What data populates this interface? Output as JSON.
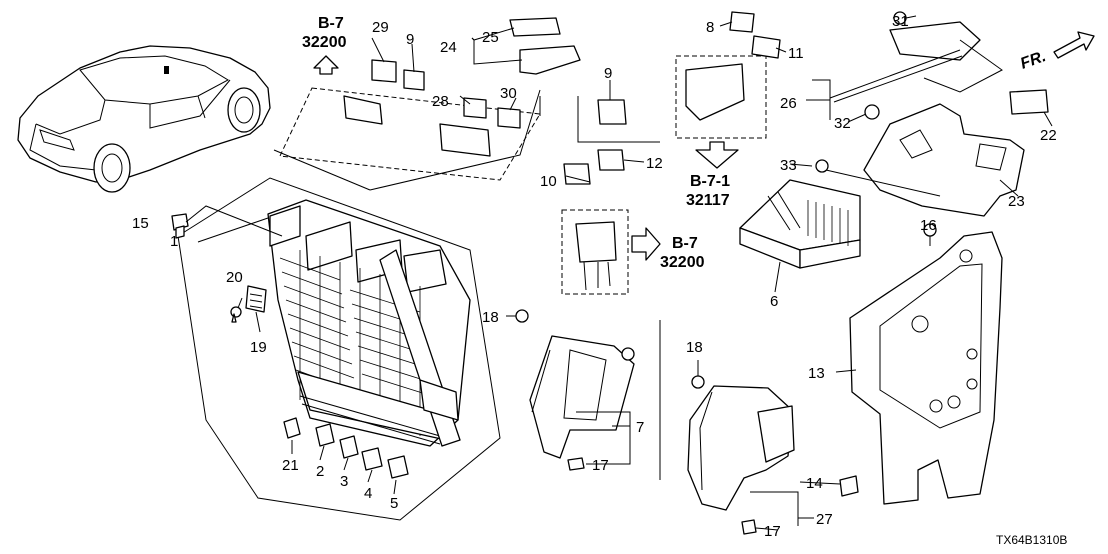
{
  "diagram_code": "TX64B1310B",
  "direction_label": "FR.",
  "references": [
    {
      "sheet": "B-7",
      "part": "32200"
    },
    {
      "sheet": "B-7-1",
      "part": "32117"
    },
    {
      "sheet": "B-7",
      "part": "32200"
    }
  ],
  "callouts": {
    "c1": "1",
    "c2": "2",
    "c3": "3",
    "c4": "4",
    "c5": "5",
    "c6": "6",
    "c7": "7",
    "c8": "8",
    "c9a": "9",
    "c9b": "9",
    "c10": "10",
    "c11": "11",
    "c12": "12",
    "c13": "13",
    "c14": "14",
    "c15": "15",
    "c16": "16",
    "c17a": "17",
    "c17b": "17",
    "c18a": "18",
    "c18b": "18",
    "c19": "19",
    "c20": "20",
    "c21": "21",
    "c22": "22",
    "c23": "23",
    "c24": "24",
    "c25": "25",
    "c26": "26",
    "c27": "27",
    "c28": "28",
    "c29": "29",
    "c30": "30",
    "c31": "31",
    "c32": "32",
    "c33": "33"
  }
}
